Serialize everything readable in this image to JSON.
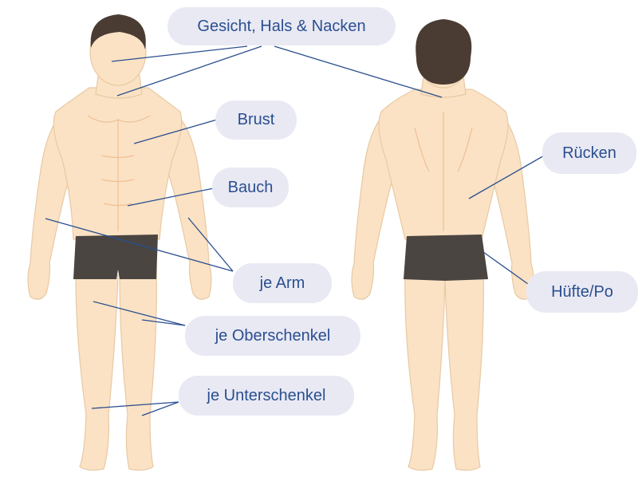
{
  "labels": {
    "face": "Gesicht, Hals & Nacken",
    "chest": "Brust",
    "belly": "Bauch",
    "arm": "je Arm",
    "thigh": "je Oberschenkel",
    "shin": "je Unterschenkel",
    "back": "Rücken",
    "hip": "Hüfte/Po"
  },
  "colors": {
    "skin": "#fbe2c4",
    "skin_outline": "#e8c9a3",
    "skin_line": "#eebf96",
    "hair": "#4a3c33",
    "shorts": "#4a4541",
    "label_bg": "#e9e9f4",
    "label_text": "#2a4f8f",
    "leader": "#2a4f8f"
  }
}
